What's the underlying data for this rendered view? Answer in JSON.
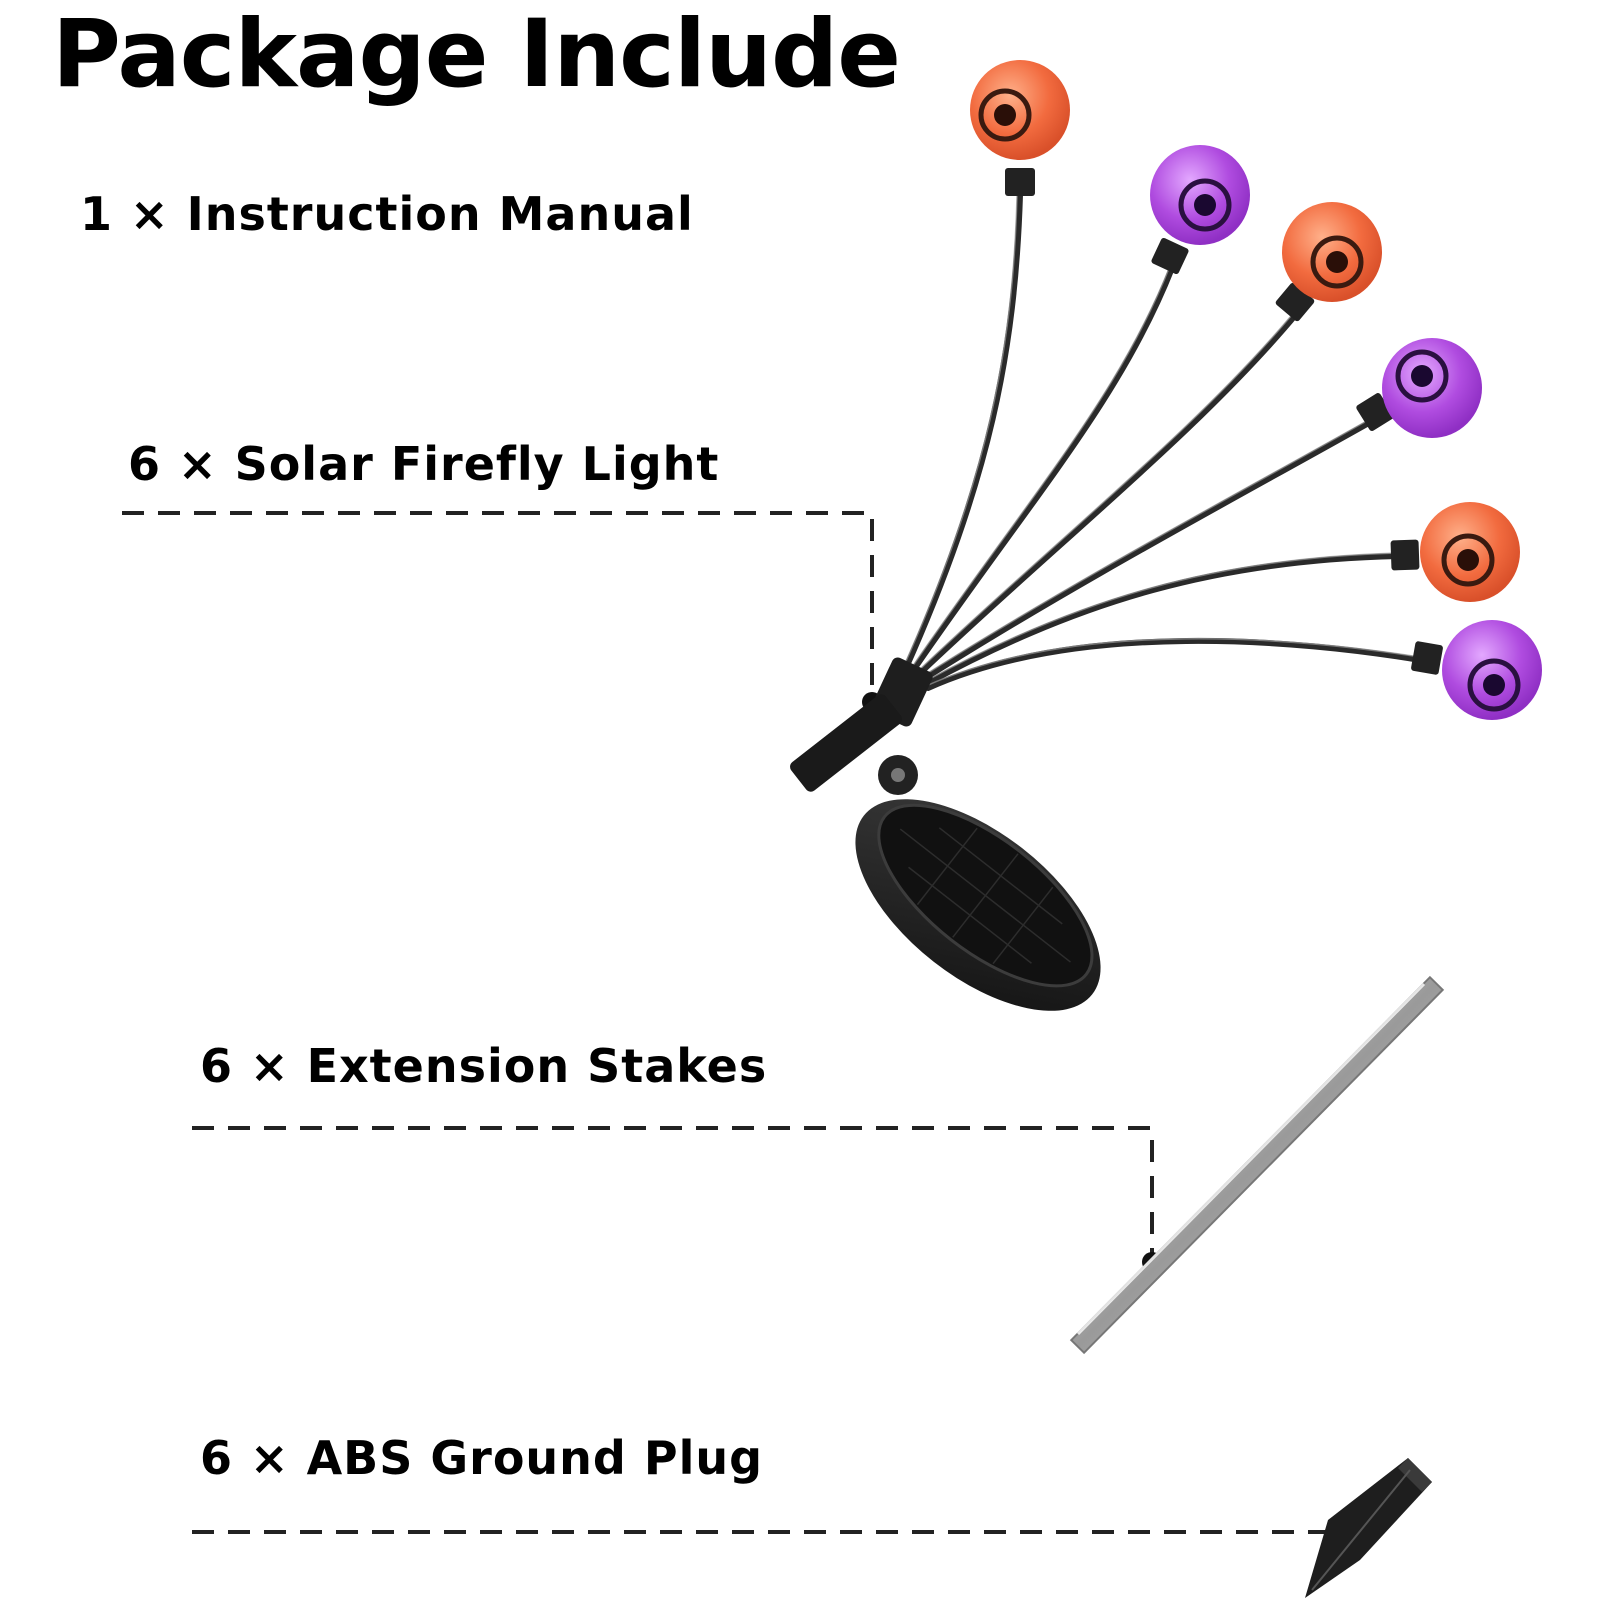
{
  "title": "Package Include",
  "items": [
    {
      "label": "1 × Instruction Manual"
    },
    {
      "label": "6 × Solar Firefly Light"
    },
    {
      "label": "6 × Extension Stakes"
    },
    {
      "label": "6 × ABS Ground Plug"
    }
  ],
  "colors": {
    "orange_eye": "#f26b3f",
    "purple_eye": "#b04ce0",
    "stem": "#2a2a2a",
    "panel": "#1c1c1c",
    "stake": "#b8b8b8"
  }
}
